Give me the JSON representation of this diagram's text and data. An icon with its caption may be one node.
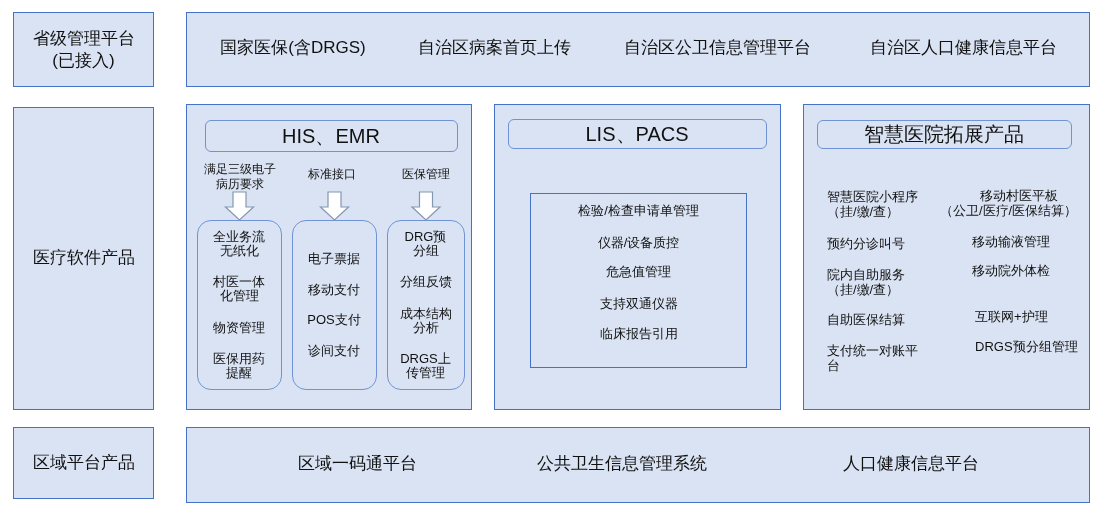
{
  "diagram": {
    "nodes": [
      {
        "text": [
          "省级管理平台(已接入)"
        ]
      },
      {
        "text": [
          "国家医保(含DRGS)",
          "自治区病案首页上传",
          "自治区公卫信息管理平台",
          "自治区人口健康信息平台"
        ]
      },
      {
        "text": [
          "医疗软件产品"
        ]
      },
      {
        "text": [],
        "shape": "box"
      },
      {
        "text": [
          "HIS、EMR"
        ],
        "in": 3
      },
      {
        "text": [
          "满足三级电子病历要求"
        ],
        "in": 3
      },
      {
        "text": [
          "标准接口"
        ],
        "in": 3
      },
      {
        "text": [
          "医保管理"
        ],
        "in": 3
      },
      {
        "text": [
          "全业务流无纸化",
          "村医一体化管理",
          "物资管理",
          "医保用药提醒"
        ],
        "in": 3
      },
      {
        "text": [
          "电子票据",
          "移动支付",
          "POS支付",
          "诊间支付"
        ],
        "in": 3
      },
      {
        "text": [
          "DRG预分组",
          "分组反馈",
          "成本结构分析",
          "DRGS上传管理"
        ],
        "in": 3
      },
      {
        "text": [],
        "shape": "box"
      },
      {
        "text": [
          "LIS、PACS"
        ],
        "in": 11
      },
      {
        "text": [
          "检验/检查申请单管理",
          "仪器/设备质控",
          "危急值管理",
          "支持双通仪器",
          "临床报告引用"
        ],
        "in": 11
      },
      {
        "text": [
          "智慧医院小程序（挂/缴/查）",
          "预约分诊叫号",
          "院内自助服务（挂/缴/查）",
          "自助医保结算",
          "支付统一对账平台",
          "移动村医平板（公卫/医疗/医保结算）",
          "移动输液管理",
          "移动院外体检",
          "互联网+护理",
          "DRGS预分组管理"
        ]
      },
      {
        "text": [
          "智慧医院拓展产品"
        ],
        "in": 14
      },
      {
        "text": [
          "区域平台产品"
        ]
      },
      {
        "text": [
          "区域一码通平台",
          "公共卫生信息管理系统",
          "人口健康信息平台"
        ]
      }
    ],
    "edges": [
      {
        "from": 5,
        "to": 8,
        "arrow": "to"
      },
      {
        "from": 6,
        "to": 9,
        "arrow": "to"
      },
      {
        "from": 7,
        "to": 10,
        "arrow": "to"
      }
    ]
  }
}
